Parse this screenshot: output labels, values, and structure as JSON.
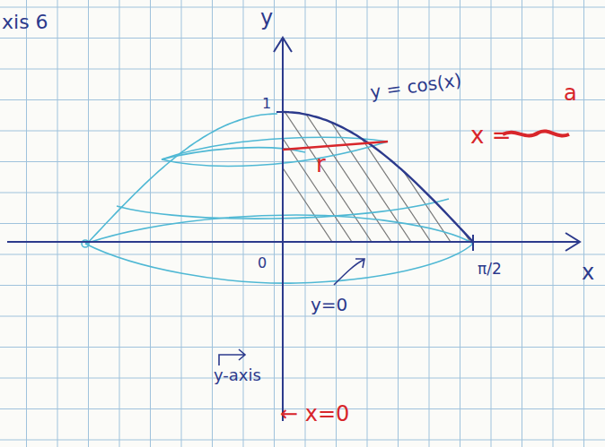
{
  "diagram": {
    "labels": [
      "xis 6",
      "y",
      "1",
      "y = cos(x)",
      "a",
      "x =",
      "r",
      "0",
      "π/2",
      "x",
      "y=0",
      "y-axis",
      "← x=0"
    ]
  }
}
